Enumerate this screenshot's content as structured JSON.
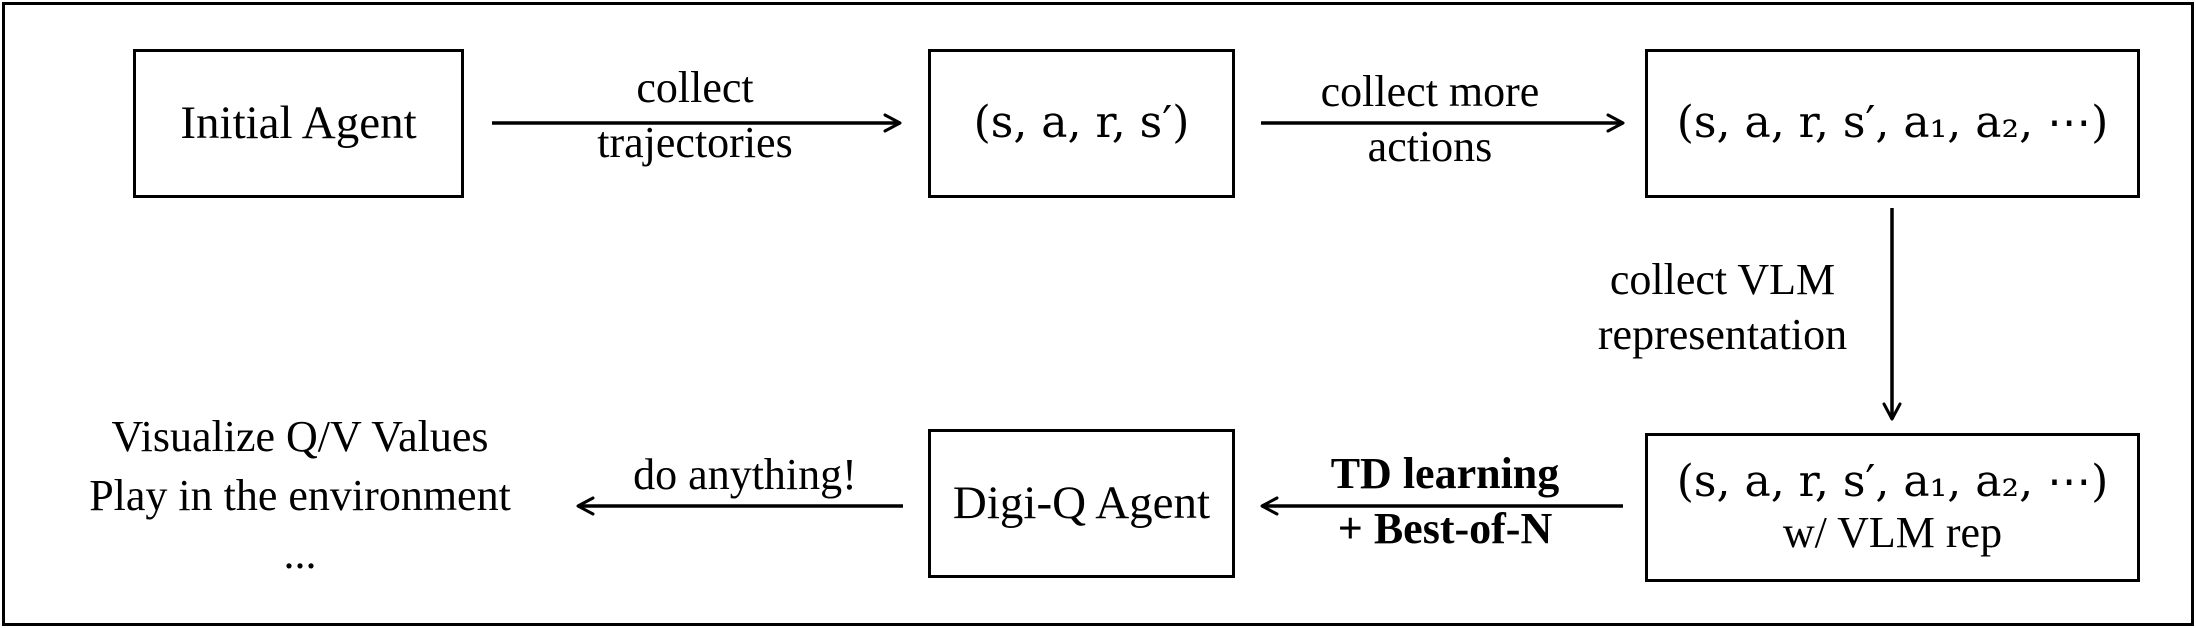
{
  "nodes": {
    "initial_agent": "Initial Agent",
    "transition": "(s, a, r, s′)",
    "transition_more": "(s, a, r, s′, a₁, a₂, ⋯)",
    "transition_vlm": "(s, a, r, s′, a₁, a₂, ⋯)",
    "transition_vlm_sub": "w/ VLM rep",
    "digiq_agent": "Digi-Q Agent"
  },
  "edges": {
    "collect_line1": "collect",
    "collect_line2": "trajectories",
    "more_line1": "collect more",
    "more_line2": "actions",
    "vlm_line1": "collect VLM",
    "vlm_line2": "representation",
    "td_line1": "TD learning",
    "td_line2": "+ Best-of-N",
    "anything": "do anything!"
  },
  "outputs": {
    "line1": "Visualize Q/V Values",
    "line2": "Play in the environment",
    "line3": "..."
  }
}
